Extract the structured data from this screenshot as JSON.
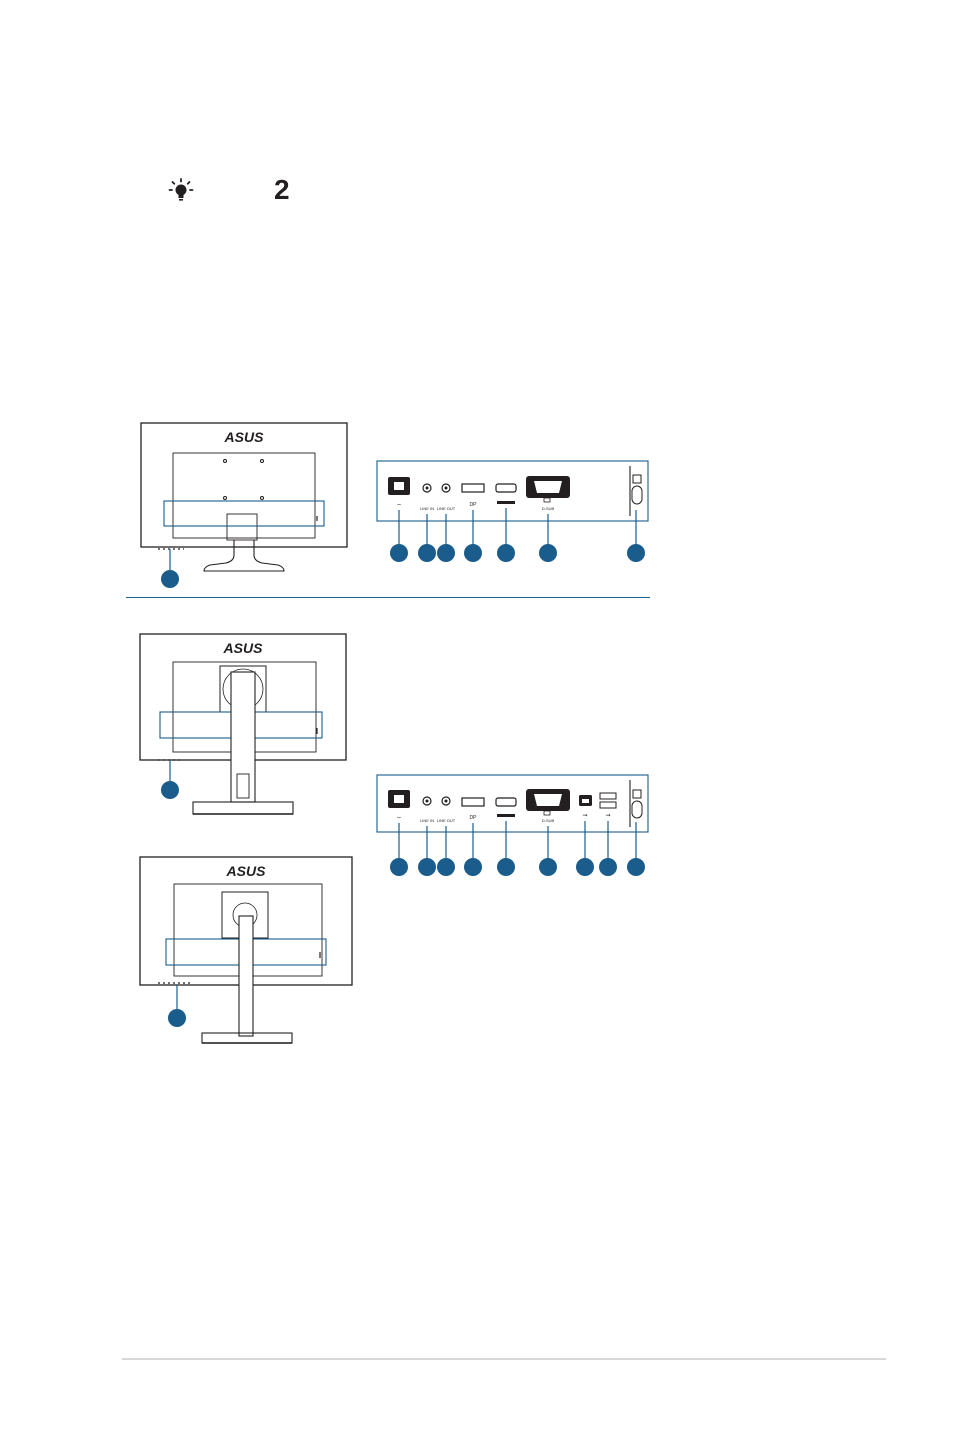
{
  "tip": {
    "icon": "lightbulb-icon",
    "number": "2"
  },
  "monitors": {
    "brand": "ASUS"
  },
  "ports": {
    "dp_label": "DP",
    "vga_label": "D-SUB",
    "line_in_label": "LINE IN",
    "line_out_label": "LINE OUT"
  },
  "colors": {
    "callout": "#1a5c8c",
    "line": "#231f20",
    "divider": "#1f5f8b"
  }
}
